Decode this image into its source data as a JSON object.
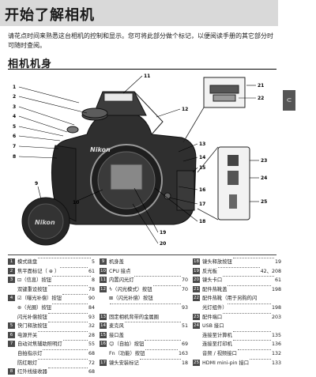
{
  "header": {
    "title": "开始了解相机"
  },
  "intro": "请花点时间来熟悉这台相机的控制和显示。您可将此部分做个标记，以便阅读手册的其它部分时可随时查阅。",
  "section": {
    "title": "相机机身"
  },
  "side_tab": "⊂",
  "callouts": {
    "left": [
      "1",
      "2",
      "3",
      "4",
      "5",
      "6",
      "7",
      "8"
    ],
    "n9": "9",
    "n10": "10",
    "n11": "11",
    "n12": "12",
    "n13": "13",
    "n14": "14",
    "n15": "15",
    "n16": "16",
    "n17": "17",
    "n18": "18",
    "n19": "19",
    "n20": "20",
    "n21": "21",
    "n22": "22",
    "n23": "23",
    "n24": "24",
    "n25": "25"
  },
  "camera": {
    "brand": "Nikon",
    "cap_brand": "Nikon"
  },
  "legend": {
    "col1": [
      {
        "n": "1",
        "label": "模式拨盘",
        "page": "5"
      },
      {
        "n": "2",
        "label": "焦平面标记（ ⊕ ）",
        "page": "61"
      },
      {
        "n": "3",
        "label": "⊡（信息）按钮",
        "page": "8"
      },
      {
        "n": "",
        "label": "双键重设按钮",
        "page": "78"
      },
      {
        "n": "4",
        "label": "☑（曝光补偿）按钮",
        "page": "90"
      },
      {
        "n": "",
        "label": "⊛（光圈）按钮",
        "page": "84"
      },
      {
        "n": "",
        "label": "闪光补偿按钮",
        "page": "93"
      },
      {
        "n": "5",
        "label": "快门释放按钮",
        "page": "32"
      },
      {
        "n": "6",
        "label": "电源开关",
        "page": "28"
      },
      {
        "n": "7",
        "label": "自动对焦辅助照明灯",
        "page": "55"
      },
      {
        "n": "",
        "label": "自拍指示灯",
        "page": "68"
      },
      {
        "n": "",
        "label": "防红眼灯",
        "page": "72"
      },
      {
        "n": "8",
        "label": "红外线接收器",
        "page": "68"
      }
    ],
    "col2": [
      {
        "n": "9",
        "label": "机身盖",
        "page": ""
      },
      {
        "n": "10",
        "label": "CPU 接点",
        "page": ""
      },
      {
        "n": "11",
        "label": "内置闪光灯",
        "page": "70"
      },
      {
        "n": "12",
        "label": "ϟ（闪光模式）按钮",
        "page": "70"
      },
      {
        "n": "",
        "label": "⊠（闪光补偿）按钮",
        "page": ""
      },
      {
        "n": "",
        "label": "",
        "page": "93"
      },
      {
        "n": "13",
        "label": "固定相机背带的金属圈",
        "page": ""
      },
      {
        "n": "14",
        "label": "麦克风",
        "page": "51"
      },
      {
        "n": "15",
        "label": "接口盖",
        "page": ""
      },
      {
        "n": "16",
        "label": "☺（自拍）按钮",
        "page": "69"
      },
      {
        "n": "",
        "label": "Fn（功能）按钮",
        "page": "163"
      },
      {
        "n": "17",
        "label": "镜头安装标记",
        "page": "18"
      }
    ],
    "col3": [
      {
        "n": "18",
        "label": "镜头释放按钮",
        "page": "19"
      },
      {
        "n": "19",
        "label": "反光板",
        "page": "42、208"
      },
      {
        "n": "20",
        "label": "镜头卡口",
        "page": "61"
      },
      {
        "n": "21",
        "label": "配件热靴盖",
        "page": "198"
      },
      {
        "n": "22",
        "label": "配件热靴（用于另购的闪",
        "page": ""
      },
      {
        "n": "",
        "label": "光灯组件）",
        "page": "198"
      },
      {
        "n": "23",
        "label": "配件端口",
        "page": "203"
      },
      {
        "n": "24",
        "label": "USB 接口",
        "page": ""
      },
      {
        "n": "",
        "label": "连接至计算机",
        "page": "135"
      },
      {
        "n": "",
        "label": "连接至打印机",
        "page": "136"
      },
      {
        "n": "",
        "label": "音频 / 视频接口",
        "page": "132"
      },
      {
        "n": "25",
        "label": "HDMI mini-pin 接口",
        "page": "133"
      }
    ]
  }
}
